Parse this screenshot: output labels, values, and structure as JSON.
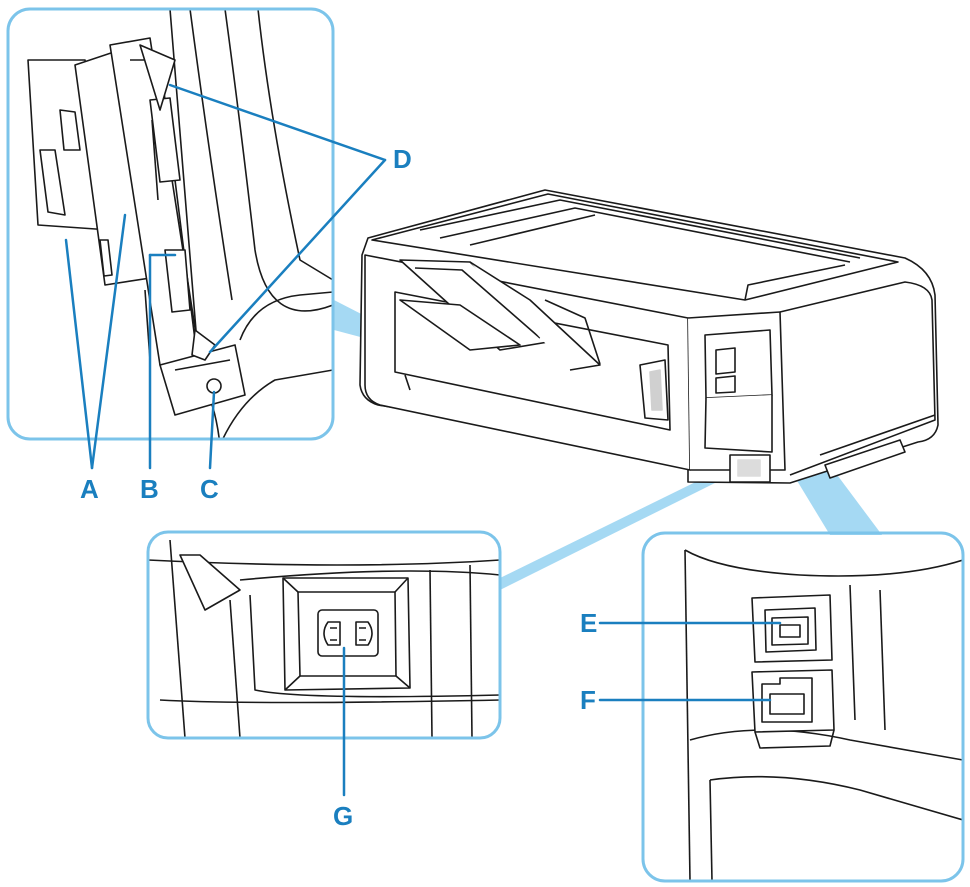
{
  "diagram": {
    "labels": {
      "a": "A",
      "b": "B",
      "c": "C",
      "d": "D",
      "e": "E",
      "f": "F",
      "g": "G"
    },
    "colors": {
      "callout_blue": "#1a7fbf",
      "frame_blue": "#7cc4ea",
      "beam_blue": "#8fd0f0",
      "line_black": "#1a1a1a"
    }
  }
}
